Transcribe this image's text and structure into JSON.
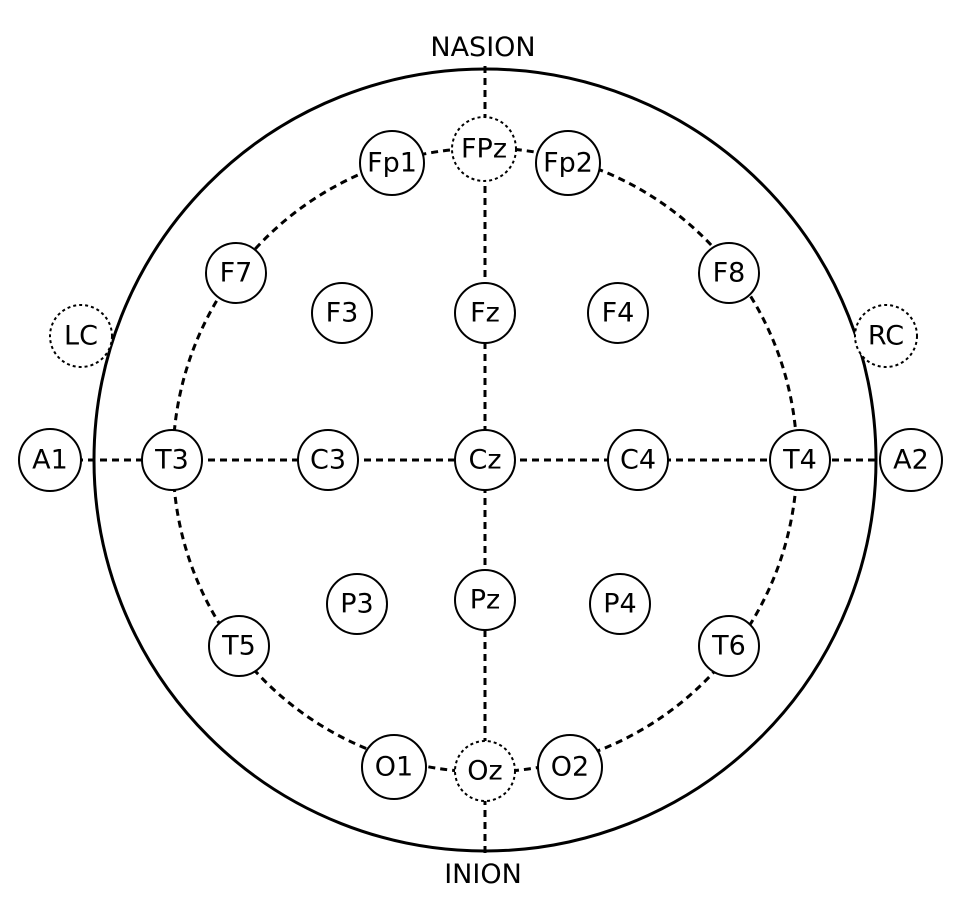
{
  "landmarks": {
    "top": "NASION",
    "bottom": "INION"
  },
  "electrodes": [
    {
      "id": "Fp1",
      "label": "Fp1",
      "style": "solid"
    },
    {
      "id": "FPz",
      "label": "FPz",
      "style": "dotted"
    },
    {
      "id": "Fp2",
      "label": "Fp2",
      "style": "solid"
    },
    {
      "id": "F7",
      "label": "F7",
      "style": "solid"
    },
    {
      "id": "F8",
      "label": "F8",
      "style": "solid"
    },
    {
      "id": "F3",
      "label": "F3",
      "style": "solid"
    },
    {
      "id": "Fz",
      "label": "Fz",
      "style": "solid"
    },
    {
      "id": "F4",
      "label": "F4",
      "style": "solid"
    },
    {
      "id": "LC",
      "label": "LC",
      "style": "dotted"
    },
    {
      "id": "RC",
      "label": "RC",
      "style": "dotted"
    },
    {
      "id": "A1",
      "label": "A1",
      "style": "solid"
    },
    {
      "id": "T3",
      "label": "T3",
      "style": "solid"
    },
    {
      "id": "C3",
      "label": "C3",
      "style": "solid"
    },
    {
      "id": "Cz",
      "label": "Cz",
      "style": "solid"
    },
    {
      "id": "C4",
      "label": "C4",
      "style": "solid"
    },
    {
      "id": "T4",
      "label": "T4",
      "style": "solid"
    },
    {
      "id": "A2",
      "label": "A2",
      "style": "solid"
    },
    {
      "id": "P3",
      "label": "P3",
      "style": "solid"
    },
    {
      "id": "Pz",
      "label": "Pz",
      "style": "solid"
    },
    {
      "id": "P4",
      "label": "P4",
      "style": "solid"
    },
    {
      "id": "T5",
      "label": "T5",
      "style": "solid"
    },
    {
      "id": "T6",
      "label": "T6",
      "style": "solid"
    },
    {
      "id": "O1",
      "label": "O1",
      "style": "solid"
    },
    {
      "id": "Oz",
      "label": "Oz",
      "style": "dotted"
    },
    {
      "id": "O2",
      "label": "O2",
      "style": "solid"
    }
  ]
}
